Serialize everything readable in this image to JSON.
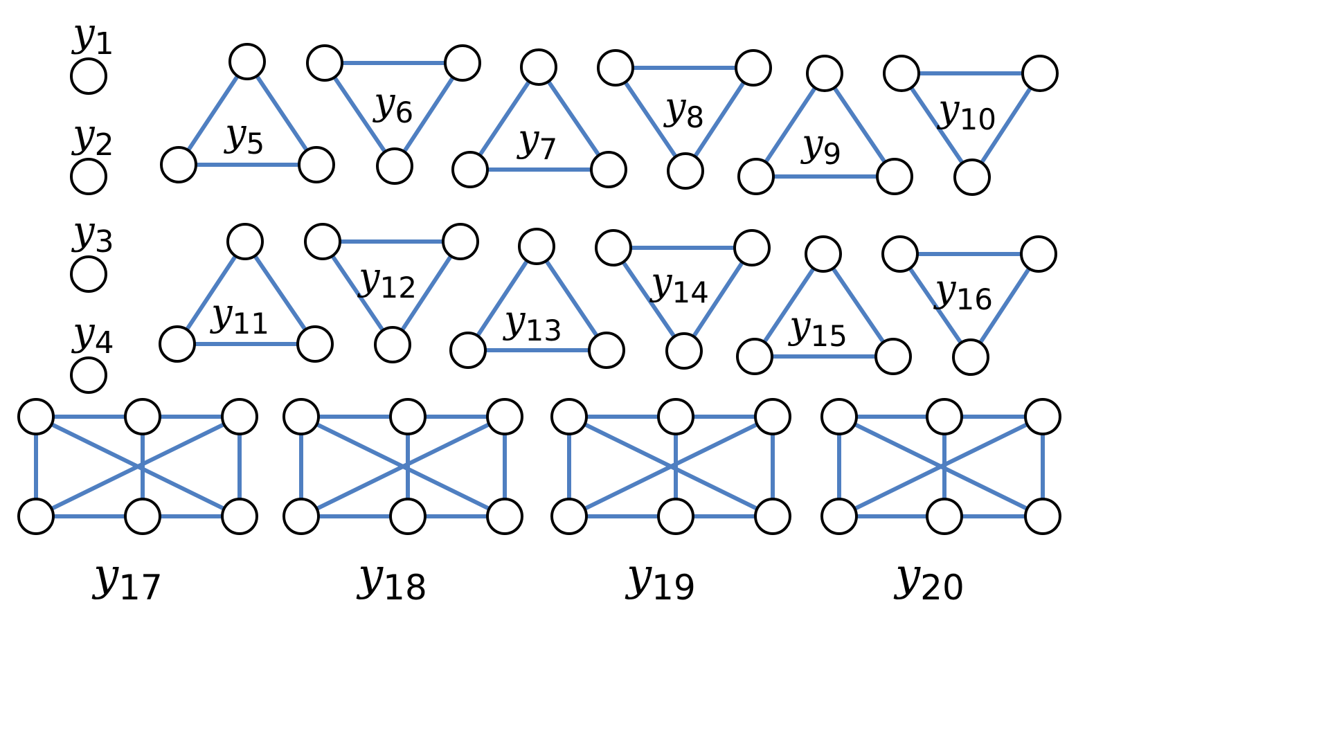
{
  "colors": {
    "edge": "#4f7fc1",
    "node_fill": "#ffffff",
    "node_stroke": "#000000",
    "background": "#ffffff"
  },
  "labels": [
    {
      "base": "y",
      "sub": "1"
    },
    {
      "base": "y",
      "sub": "2"
    },
    {
      "base": "y",
      "sub": "3"
    },
    {
      "base": "y",
      "sub": "4"
    },
    {
      "base": "y",
      "sub": "5"
    },
    {
      "base": "y",
      "sub": "6"
    },
    {
      "base": "y",
      "sub": "7"
    },
    {
      "base": "y",
      "sub": "8"
    },
    {
      "base": "y",
      "sub": "9"
    },
    {
      "base": "y",
      "sub": "10"
    },
    {
      "base": "y",
      "sub": "11"
    },
    {
      "base": "y",
      "sub": "12"
    },
    {
      "base": "y",
      "sub": "13"
    },
    {
      "base": "y",
      "sub": "14"
    },
    {
      "base": "y",
      "sub": "15"
    },
    {
      "base": "y",
      "sub": "16"
    },
    {
      "base": "y",
      "sub": "17"
    },
    {
      "base": "y",
      "sub": "18"
    },
    {
      "base": "y",
      "sub": "19"
    },
    {
      "base": "y",
      "sub": "20"
    }
  ],
  "graphs": [
    {
      "label_index": 0,
      "kind": "single-node"
    },
    {
      "label_index": 1,
      "kind": "single-node"
    },
    {
      "label_index": 2,
      "kind": "single-node"
    },
    {
      "label_index": 3,
      "kind": "single-node"
    },
    {
      "label_index": 4,
      "kind": "triangle-up"
    },
    {
      "label_index": 5,
      "kind": "triangle-down"
    },
    {
      "label_index": 6,
      "kind": "triangle-up"
    },
    {
      "label_index": 7,
      "kind": "triangle-down"
    },
    {
      "label_index": 8,
      "kind": "triangle-up"
    },
    {
      "label_index": 9,
      "kind": "triangle-down"
    },
    {
      "label_index": 10,
      "kind": "triangle-up"
    },
    {
      "label_index": 11,
      "kind": "triangle-down"
    },
    {
      "label_index": 12,
      "kind": "triangle-up"
    },
    {
      "label_index": 13,
      "kind": "triangle-down"
    },
    {
      "label_index": 14,
      "kind": "triangle-up"
    },
    {
      "label_index": 15,
      "kind": "triangle-down"
    },
    {
      "label_index": 16,
      "kind": "six-node-crossed-rectangle"
    },
    {
      "label_index": 17,
      "kind": "six-node-crossed-rectangle"
    },
    {
      "label_index": 18,
      "kind": "six-node-crossed-rectangle"
    },
    {
      "label_index": 19,
      "kind": "six-node-crossed-rectangle"
    }
  ]
}
